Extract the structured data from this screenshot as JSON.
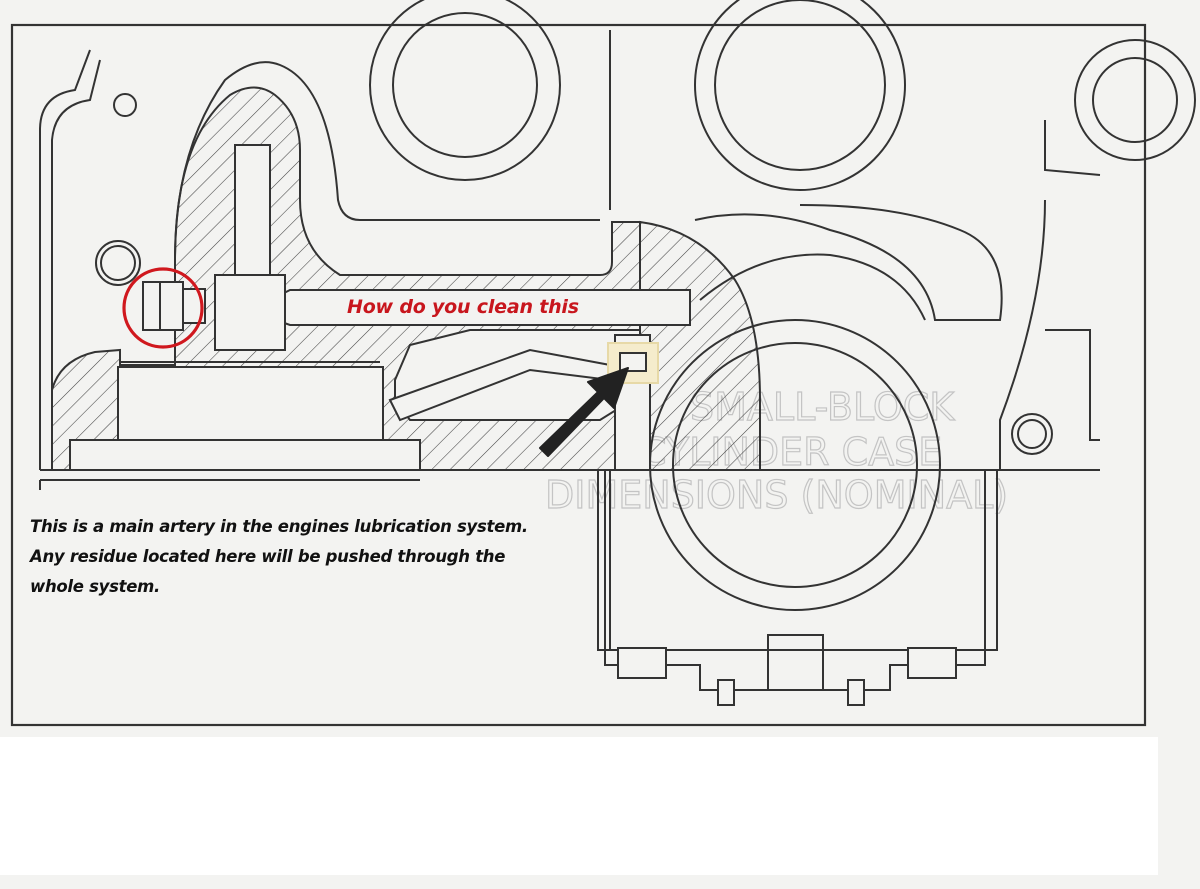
{
  "diagram": {
    "callout_label": "How do you clean this",
    "note_lines": [
      "This is a main artery in the engines lubrication system.",
      "Any residue located here will be pushed through the",
      "whole system."
    ],
    "background_text_lines": [
      "SMALL-BLOCK",
      "CYLINDER CASE",
      "DIMENSIONS (NOMINAL)"
    ],
    "colors": {
      "highlight_circle": "#d0181e",
      "callout_text": "#c8161d",
      "arrow": "#222222",
      "line_art": "#3a3a3a",
      "paper": "#f3f3f1"
    }
  }
}
